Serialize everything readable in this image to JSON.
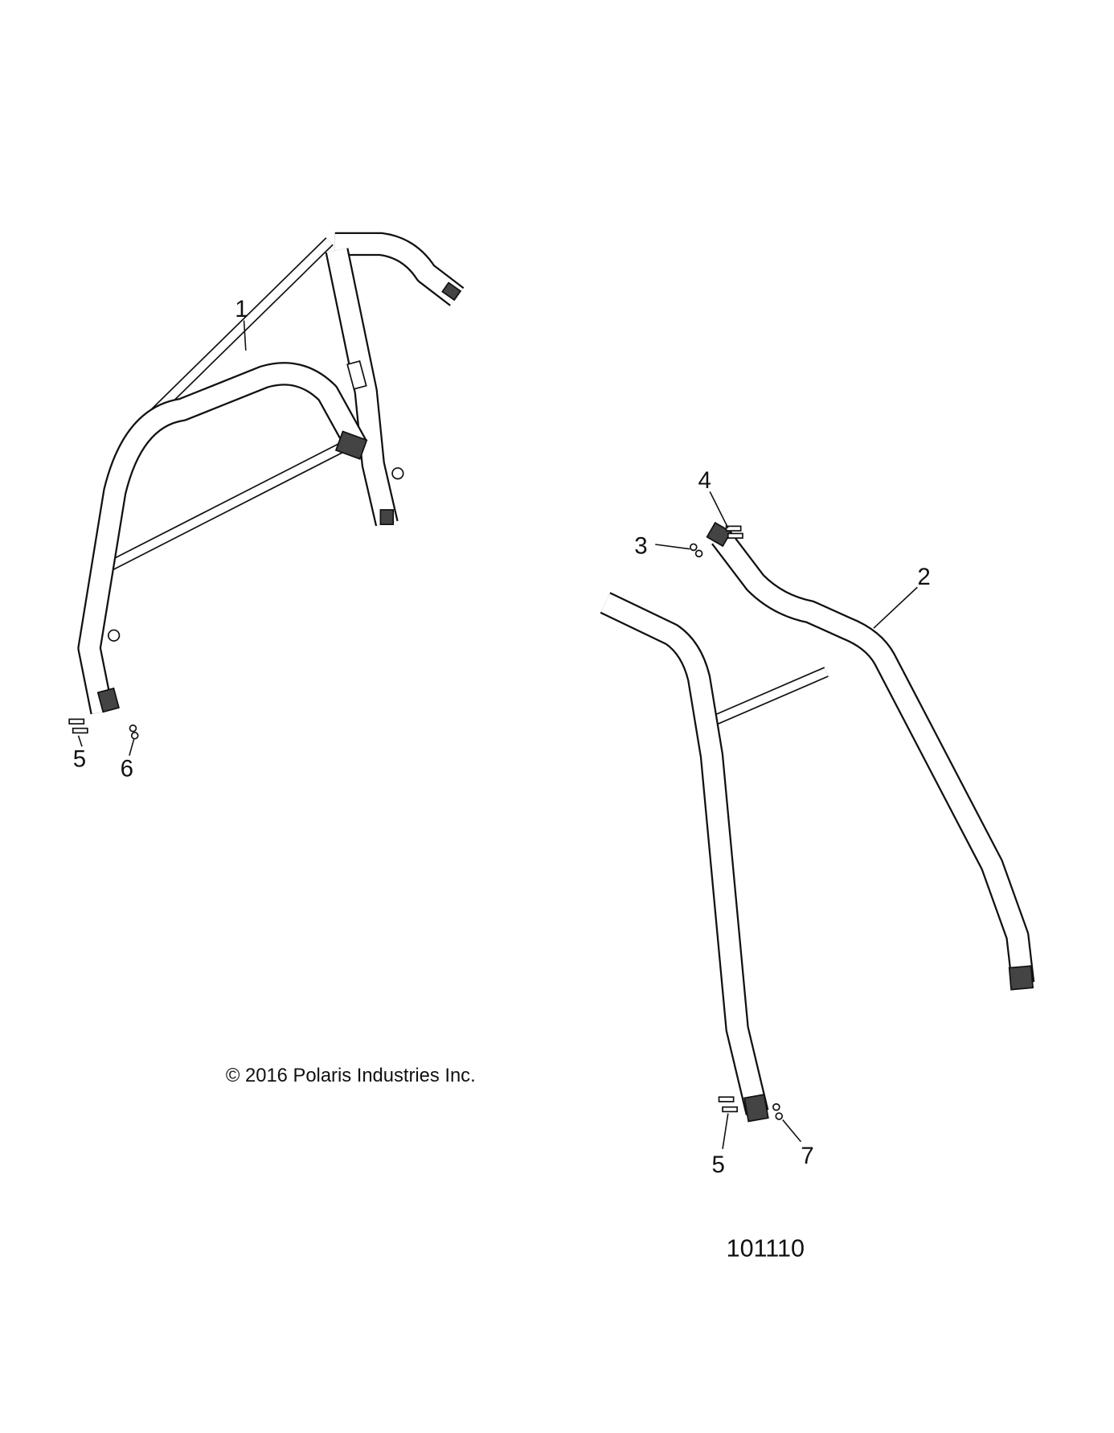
{
  "diagram": {
    "callouts": {
      "c1": "1",
      "c2": "2",
      "c3": "3",
      "c4": "4",
      "c5a": "5",
      "c6": "6",
      "c5b": "5",
      "c7": "7"
    },
    "copyright": "© 2016 Polaris Industries Inc.",
    "figure_number": "101110",
    "line_color": "#111111",
    "background": "#ffffff"
  }
}
